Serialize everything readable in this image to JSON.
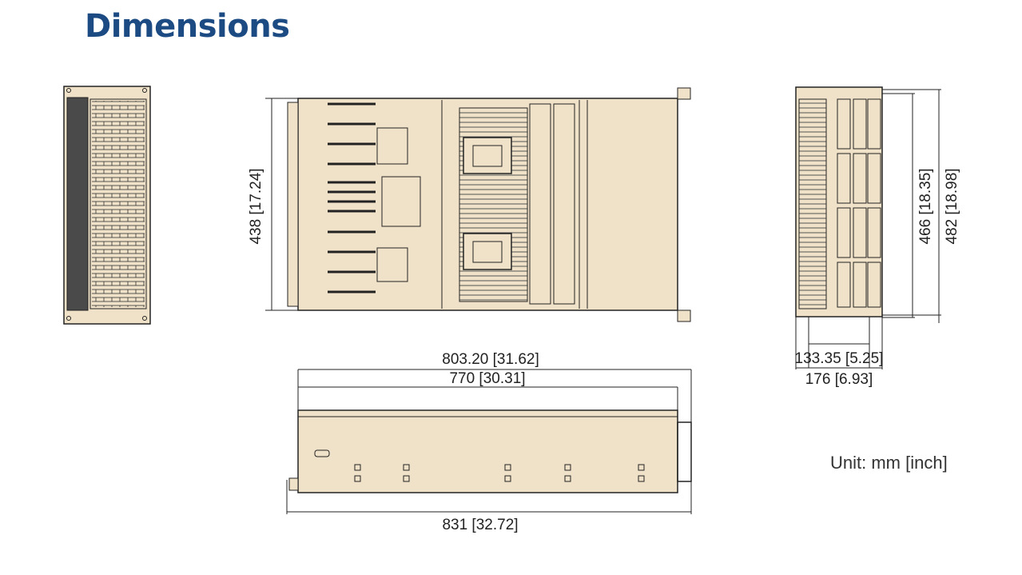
{
  "header": {
    "title": "Dimensions"
  },
  "dimensions": {
    "top_depth_label": "438 [17.24]",
    "overall_length_label": "803.20 [31.62]",
    "body_length_label": "770 [30.31]",
    "total_length_label": "831 [32.72]",
    "height_inner_label": "466 [18.35]",
    "height_outer_label": "482 [18.98]",
    "width_inner_label": "133.35 [5.25]",
    "width_outer_label": "176 [6.93]"
  },
  "units": {
    "label": "Unit: mm [inch]"
  },
  "colors": {
    "title": "#1b4b82",
    "chassis_fill": "#f0e2c8",
    "line": "#222222"
  }
}
